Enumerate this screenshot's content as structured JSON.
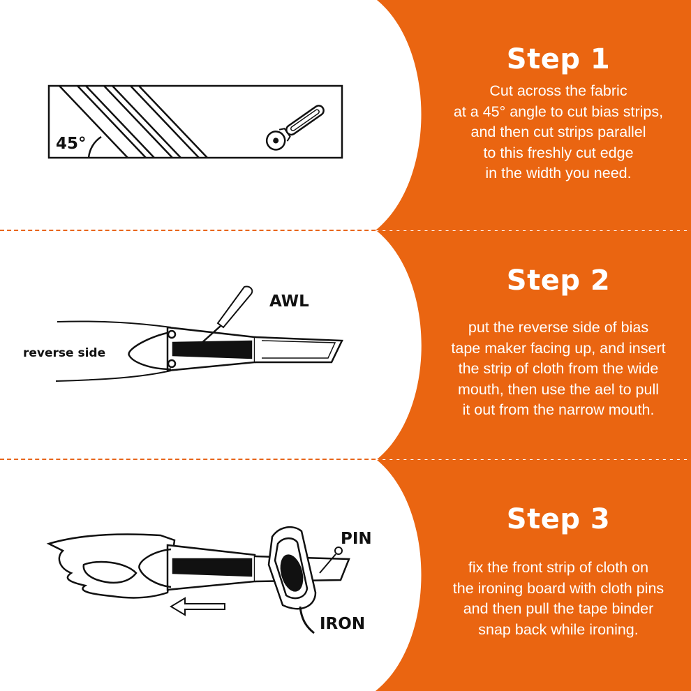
{
  "colors": {
    "accent": "#ea6511",
    "divider": "#e8661b",
    "ink": "#111111",
    "text": "#ffffff"
  },
  "steps": [
    {
      "title": "Step 1",
      "lines": [
        "Cut across the fabric",
        "at a 45° angle to cut bias strips,",
        "and then cut strips parallel",
        "to this freshly cut edge",
        "in the width you need."
      ],
      "labels": {
        "angle": "45°"
      }
    },
    {
      "title": "Step 2",
      "lines": [
        "put the  reverse side of bias",
        "tape maker facing up, and insert",
        "the strip of cloth from the wide",
        "mouth, then use the ael to pull",
        "it out from the narrow mouth."
      ],
      "labels": {
        "tool": "AWL",
        "side": "reverse side"
      }
    },
    {
      "title": "Step 3",
      "lines": [
        "fix the front strip of cloth on",
        "the ironing board with cloth pins",
        "and then pull the tape binder",
        "snap back while ironing."
      ],
      "labels": {
        "pin": "PIN",
        "iron": "IRON"
      }
    }
  ]
}
